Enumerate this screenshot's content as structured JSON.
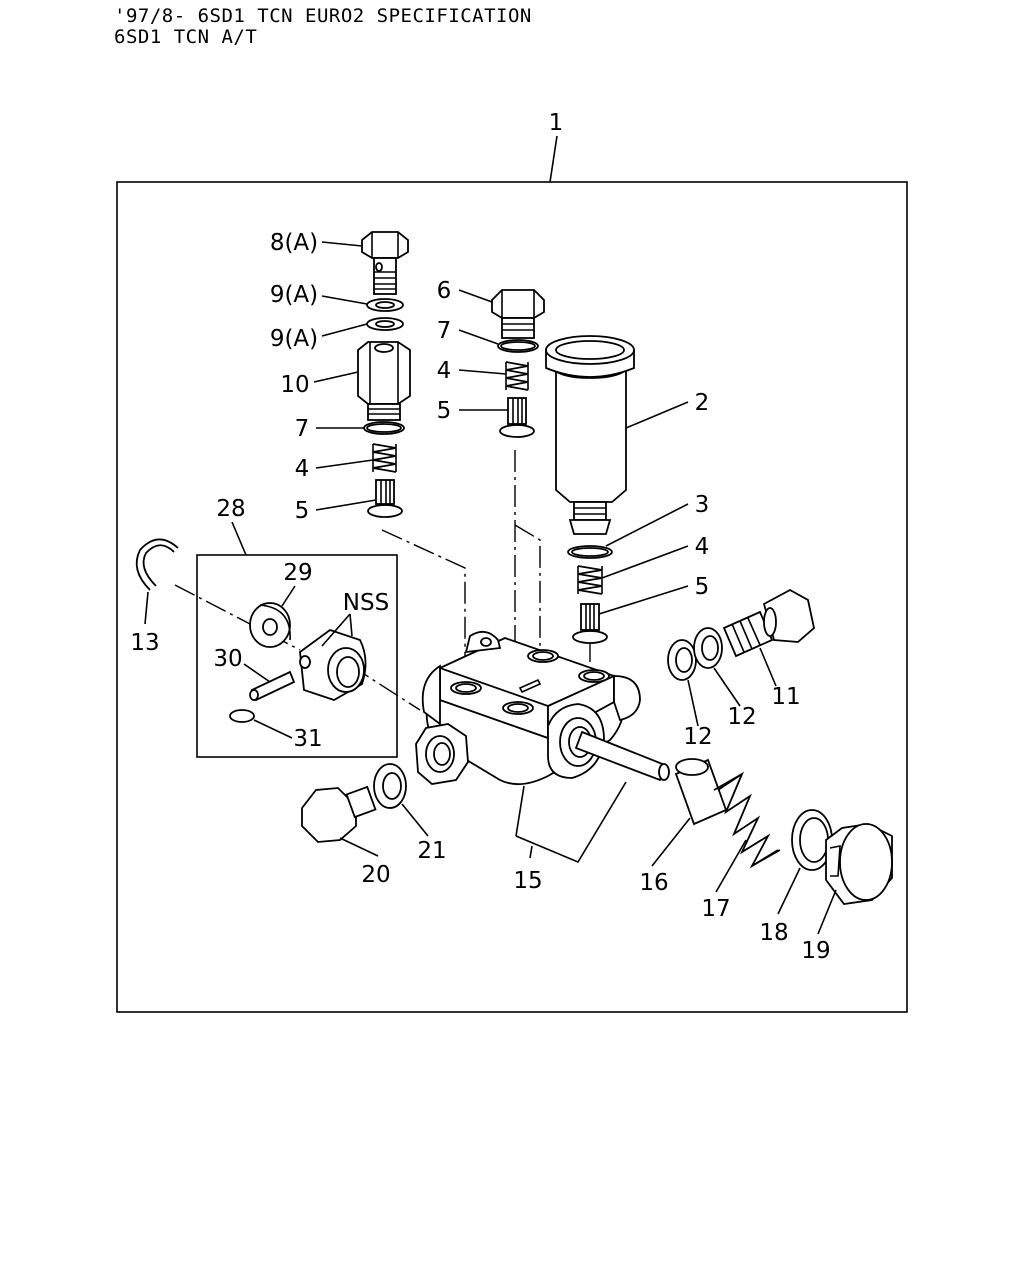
{
  "header": {
    "line1": "'97/8- 6SD1 TCN EURO2 SPECIFICATION",
    "line2": "6SD1 TCN A/T"
  },
  "callouts": {
    "c1": "1",
    "c2": "2",
    "c3": "3",
    "c4a": "4",
    "c4b": "4",
    "c4c": "4",
    "c5a": "5",
    "c5b": "5",
    "c5c": "5",
    "c6": "6",
    "c7a": "7",
    "c7b": "7",
    "c8": "8(A)",
    "c9a": "9(A)",
    "c9b": "9(A)",
    "c10": "10",
    "c11": "11",
    "c12a": "12",
    "c12b": "12",
    "c13": "13",
    "c15": "15",
    "c16": "16",
    "c17": "17",
    "c18": "18",
    "c19": "19",
    "c20": "20",
    "c21": "21",
    "c28": "28",
    "c29": "29",
    "c30": "30",
    "c31": "31",
    "nss": "NSS"
  }
}
